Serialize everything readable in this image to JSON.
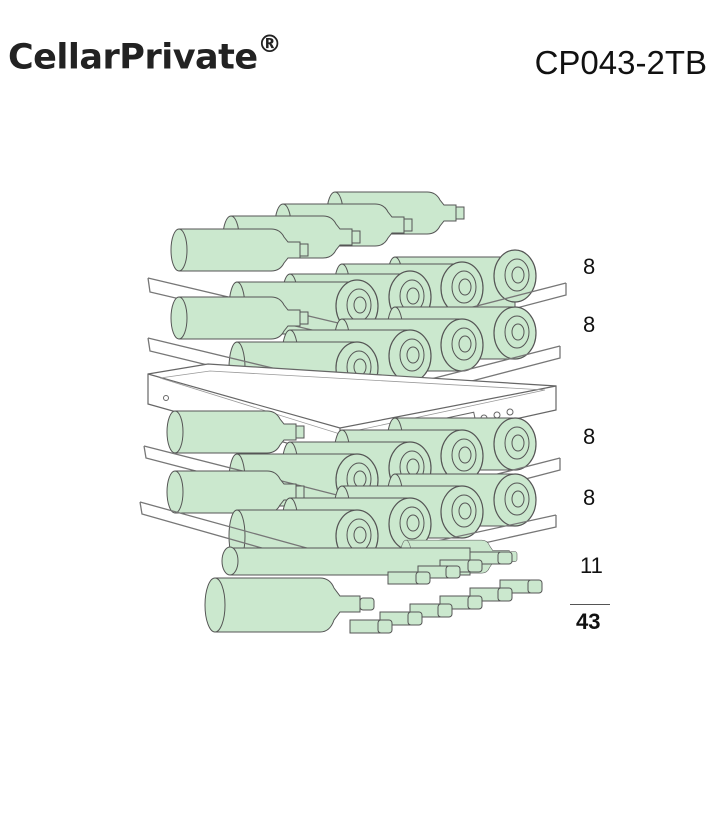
{
  "header": {
    "brand": "CellarPrivate",
    "brand_mark": "®",
    "model": "CP043-2TB"
  },
  "shelf_counts": [
    "8",
    "8",
    "8",
    "8",
    "11"
  ],
  "total": "43",
  "colors": {
    "bottle": "#cbe8ce",
    "outline": "#555555",
    "frame": "#777777"
  }
}
